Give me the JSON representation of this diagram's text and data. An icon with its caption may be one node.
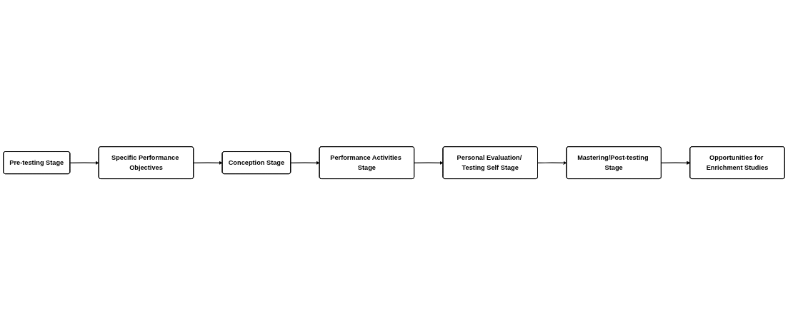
{
  "diagram": {
    "nodes": [
      {
        "text": [
          "Pre-testing Stage"
        ]
      },
      {
        "text": [
          "Specific Performance Objectives"
        ]
      },
      {
        "text": [
          "Conception Stage"
        ]
      },
      {
        "text": [
          "Performance Activities Stage"
        ]
      },
      {
        "text": [
          "Personal Evaluation/ Testing Self Stage"
        ]
      },
      {
        "text": [
          "Mastering/Post-testing Stage"
        ]
      },
      {
        "text": [
          "Opportunities for Enrichment Studies"
        ]
      }
    ],
    "edges": [
      {
        "from": 0,
        "to": 1,
        "arrow": "to"
      },
      {
        "from": 1,
        "to": 2,
        "arrow": "to"
      },
      {
        "from": 2,
        "to": 3,
        "arrow": "to"
      },
      {
        "from": 3,
        "to": 4,
        "arrow": "to"
      },
      {
        "from": 4,
        "to": 5,
        "arrow": "to"
      },
      {
        "from": 5,
        "to": 6,
        "arrow": "to"
      }
    ]
  }
}
